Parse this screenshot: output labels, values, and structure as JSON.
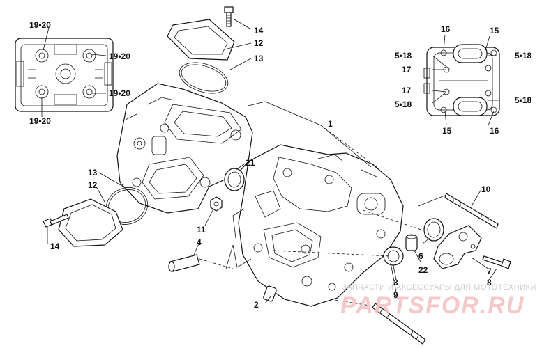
{
  "callouts": {
    "c1": "1",
    "c2": "2",
    "c3": "3",
    "c4": "4",
    "c6": "6",
    "c7": "7",
    "c8": "8",
    "c9": "9",
    "c10": "10",
    "c11": "11",
    "c12a": "12",
    "c12b": "12",
    "c13a": "13",
    "c13b": "13",
    "c14a": "14",
    "c14b": "14",
    "c15a": "15",
    "c15b": "15",
    "c16a": "16",
    "c16b": "16",
    "c17a": "17",
    "c17b": "17",
    "c21": "21",
    "c22": "22",
    "c518a": "5•18",
    "c518b": "5•18",
    "c518c": "5•18",
    "c518d": "5•18",
    "c1920a": "19•20",
    "c1920b": "19•20",
    "c1920c": "19•20",
    "c1920d": "19•20"
  },
  "watermark": {
    "tagline": "ЗАПЧАСТИ И АКСЕССУАРЫ ДЛЯ МОТОТЕХНИКИ",
    "logo": "PARTSFOR.RU"
  },
  "colors": {
    "line": "#111111",
    "watermark_logo": "#f3c4c4",
    "watermark_text": "#c8c8c8"
  }
}
